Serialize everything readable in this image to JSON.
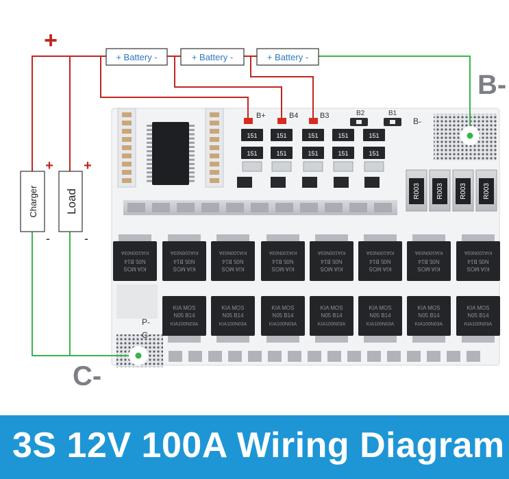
{
  "title": "3S 12V 100A Wiring Diagram",
  "terminals": {
    "b_minus": "B-",
    "c_minus": "C-",
    "plus": "+"
  },
  "battery_label": "+ Battery -",
  "side_boxes": {
    "charger": "Charger",
    "load": "Load",
    "plus": "+",
    "minus": "-"
  },
  "board_labels": {
    "b_plus": "B+",
    "b4": "B4",
    "b3": "B3",
    "b2": "B2",
    "b1": "B1",
    "b_minus": "B-",
    "p_minus": "P-",
    "c_minus": "C-"
  },
  "components": {
    "resistor_code": "151",
    "shunt_code": "R003",
    "mosfet_line1": "KIA MOS",
    "mosfet_line2": "N05 B14",
    "mosfet_part": "KIA100N03A"
  },
  "colors": {
    "red_wire": "#c0251f",
    "green_wire": "#39b44a",
    "banner": "#1e96d6",
    "board": "#f2f3f5",
    "chip": "#1d1f22"
  }
}
